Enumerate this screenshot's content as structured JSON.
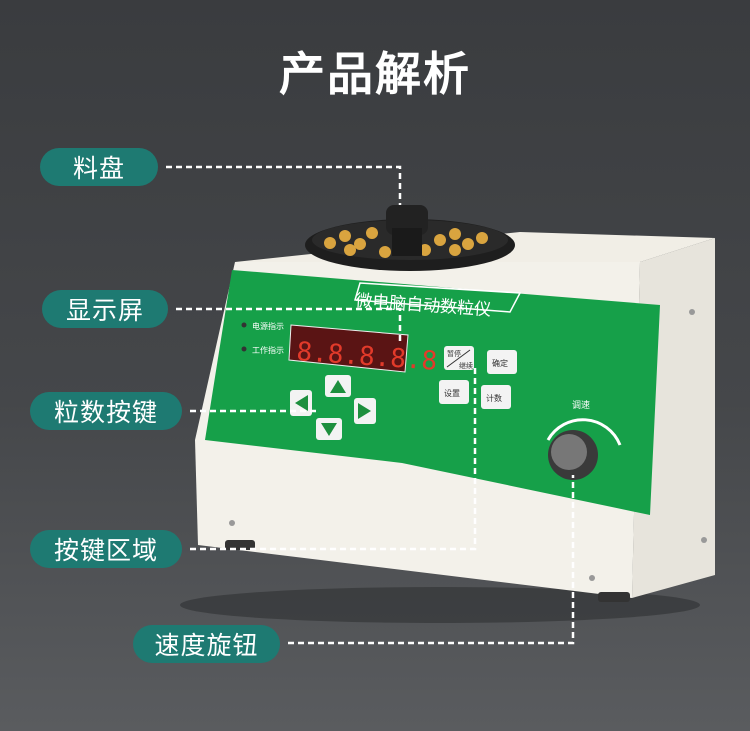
{
  "title": "产品解析",
  "labels": {
    "tray": "料盘",
    "display": "显示屏",
    "arrow_keys": "粒数按键",
    "key_area": "按键区域",
    "speed_knob": "速度旋钮"
  },
  "device": {
    "name": "微电脑自动数粒仪",
    "power_indicator": "电源指示",
    "work_indicator": "工作指示",
    "display_value": "8.8.8.8.8",
    "btn_pause_top": "暂停",
    "btn_pause_bottom": "继续",
    "btn_confirm": "确定",
    "btn_settings": "设置",
    "btn_count": "计数",
    "speed_label": "调速"
  },
  "colors": {
    "pill": "#1e7a72",
    "panel": "#16a049",
    "background": "#3b3d40"
  }
}
